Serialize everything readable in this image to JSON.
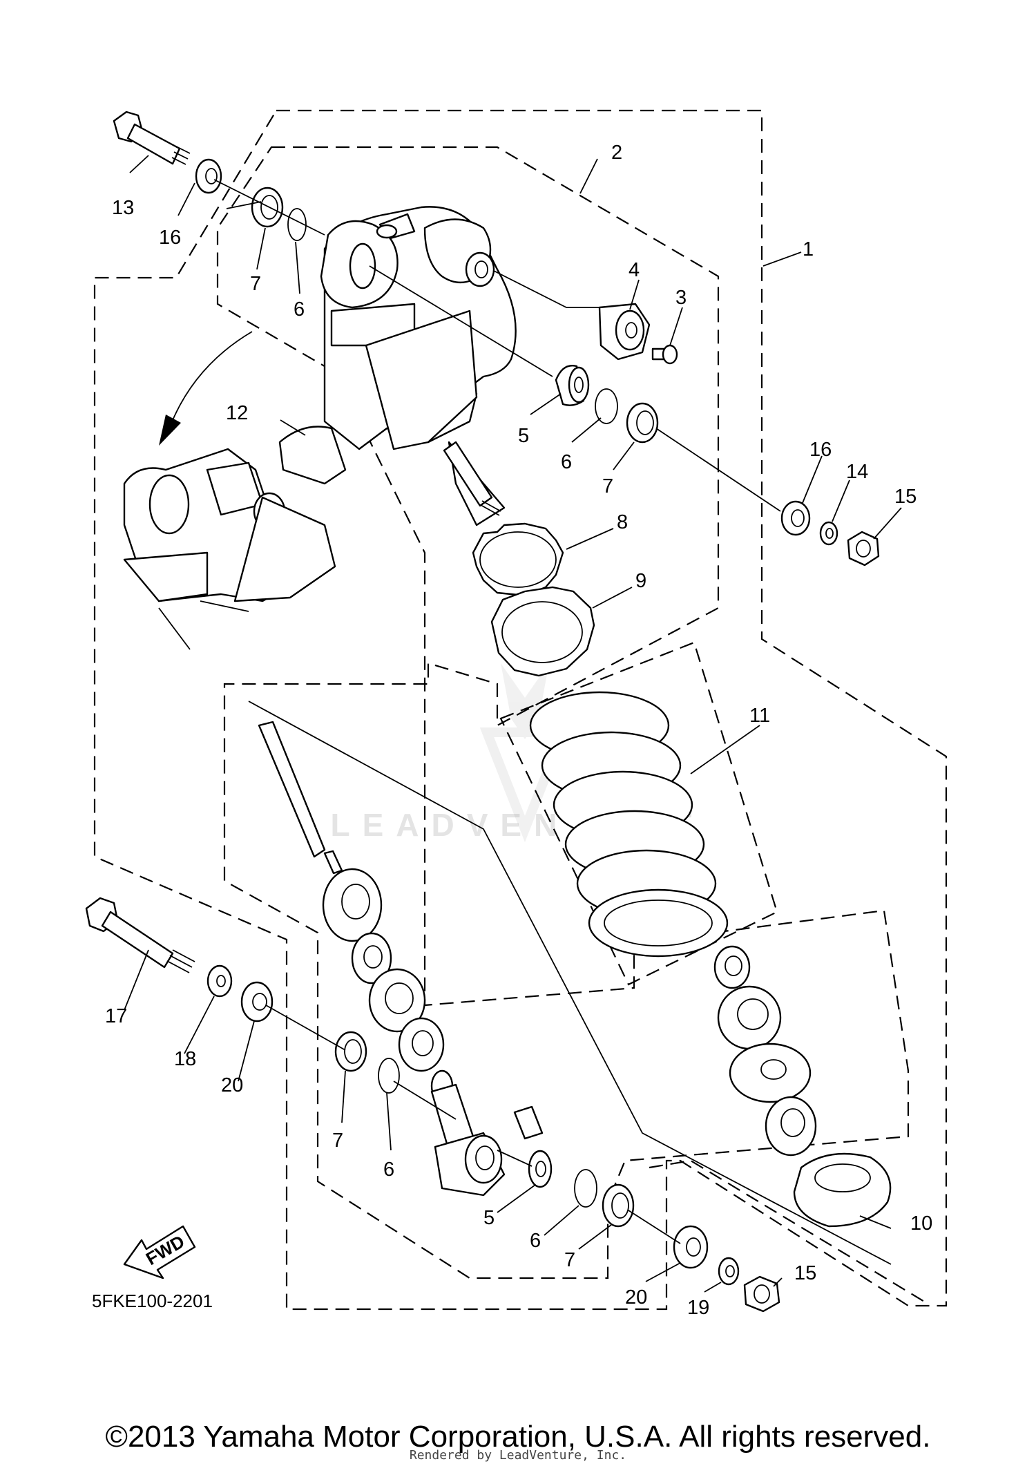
{
  "diagram_code": "5FKE100-2201",
  "fwd_label": "FWD",
  "watermark": "LEADVENTURE",
  "copyright": "©2013 Yamaha Motor Corporation, U.S.A. All rights reserved.",
  "rendered_by": "Rendered by LeadVenture, Inc.",
  "callouts": {
    "n1": "1",
    "n2": "2",
    "n3": "3",
    "n4": "4",
    "n5a": "5",
    "n5b": "5",
    "n6a": "6",
    "n6b": "6",
    "n6c": "6",
    "n6d": "6",
    "n7a": "7",
    "n7b": "7",
    "n7c": "7",
    "n7d": "7",
    "n8": "8",
    "n9": "9",
    "n10": "10",
    "n11": "11",
    "n12": "12",
    "n13": "13",
    "n14": "14",
    "n15a": "15",
    "n15b": "15",
    "n16a": "16",
    "n16b": "16",
    "n17": "17",
    "n18": "18",
    "n19": "19",
    "n20a": "20",
    "n20b": "20"
  }
}
